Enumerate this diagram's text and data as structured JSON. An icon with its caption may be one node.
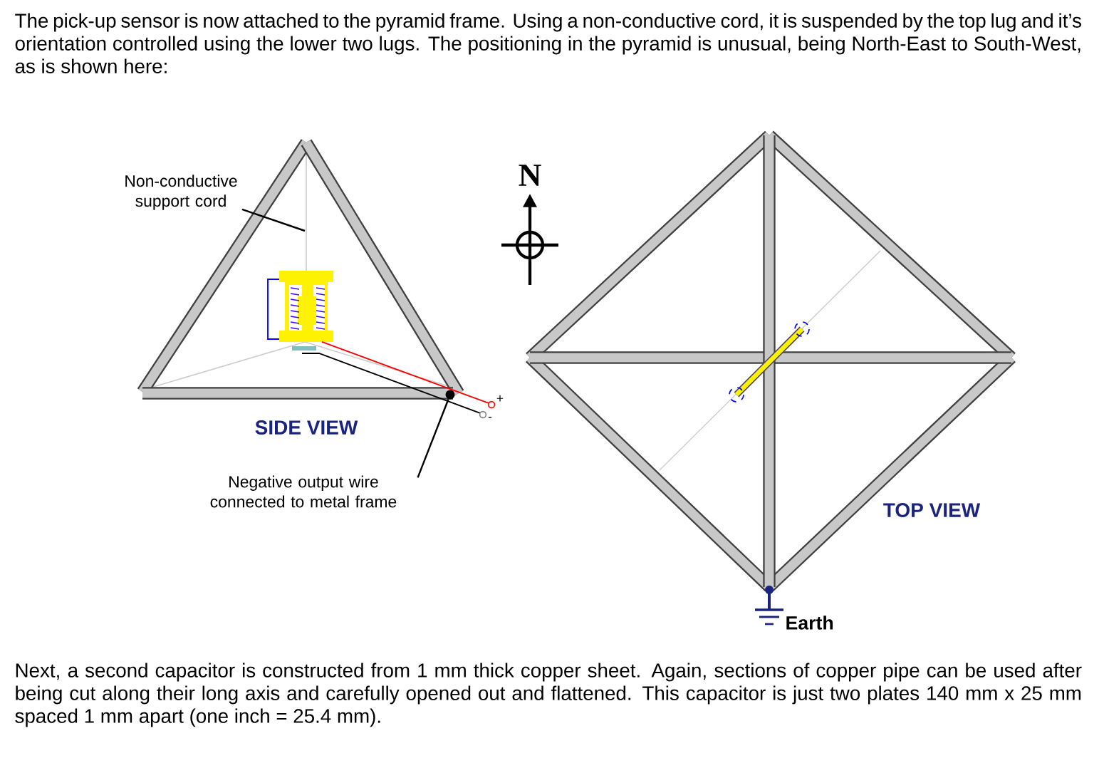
{
  "diagram": {
    "nodes": [
      {
        "text": [
          "Non-conductive support cord"
        ]
      },
      {
        "text": [
          "Negative output wire connected to metal frame"
        ]
      },
      {
        "text": [],
        "shape": "circle"
      }
    ],
    "edges": [
      {
        "from": 0,
        "to": null,
        "arrow": "none"
      },
      {
        "from": 1,
        "to": 2,
        "arrow": "none"
      }
    ],
    "labels": [
      "The pick-up sensor is now attached to the pyramid frame.  Using a non-conductive cord, it is suspended by the top lug and it’s orientation controlled using the lower two lugs.  The positioning in the pyramid is unusual, being North-East to South-West, as is shown here:",
      "N",
      "+",
      "-",
      "SIDE VIEW",
      "TOP VIEW",
      "Earth",
      "Next, a second capacitor is constructed from 1 mm thick copper sheet.  Again, sections of copper pipe can be used after being cut along their long axis and carefully opened out and flattened.  This capacitor is just two plates 140 mm x 25 mm spaced 1 mm apart (one inch = 25.4 mm)."
    ]
  }
}
